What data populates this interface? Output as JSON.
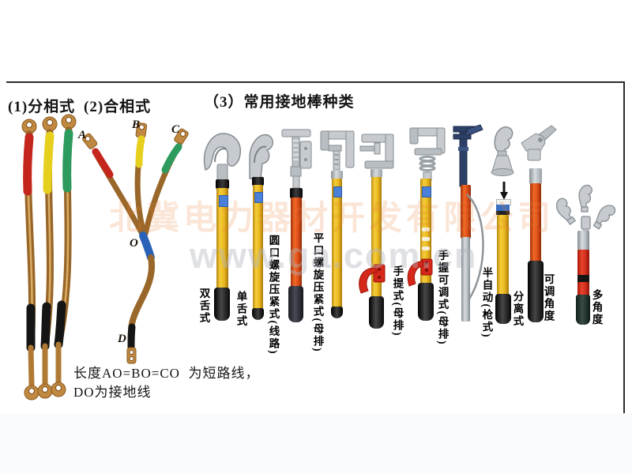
{
  "sections": {
    "phase_separate": {
      "title": "(1)分相式"
    },
    "phase_combined": {
      "title": "(2)合相式"
    },
    "rod_types": {
      "title": "（3）常用接地棒种类"
    }
  },
  "combined_cable_points": {
    "a": "A",
    "b": "B",
    "c": "C",
    "o": "O",
    "d": "D"
  },
  "rods": [
    {
      "label": "双舌式"
    },
    {
      "label": "单舌式"
    },
    {
      "label": "圆口螺旋压紧式(线路)"
    },
    {
      "label": "平口螺旋压紧式(母排)"
    },
    {
      "label": "手提式(母排)"
    },
    {
      "label": "手握可调式(母排)"
    },
    {
      "label": "半自动(枪式)"
    },
    {
      "label": "分离式"
    },
    {
      "label": "可调角度"
    },
    {
      "label": "多角度"
    }
  ],
  "caption": {
    "line1": "长度AO=BO=CO  为短路线，",
    "line2": "DO为接地线"
  },
  "watermark": {
    "company": "北冀电力器材开发有限公司",
    "url": "www.ga.com.cn"
  },
  "colors": {
    "phase_a_red": "#c4251c",
    "phase_b_yellow": "#e7cf1e",
    "phase_c_green": "#2d9a5e",
    "neutral_o_blue": "#2a62b8",
    "ground_d_black": "#151515",
    "pole_yellow": "#eab820",
    "pole_orange": "#e0501a",
    "copper": "#b07a35",
    "clamp_silver": "#c7cbcf",
    "bracket_red": "#d5281a"
  }
}
